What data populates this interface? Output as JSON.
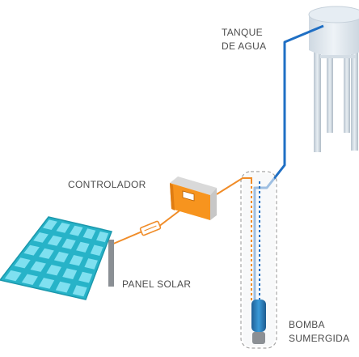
{
  "labels": {
    "tank": [
      "TANQUE",
      "DE AGUA"
    ],
    "controller": "CONTROLADOR",
    "panel": "PANEL SOLAR",
    "pump": [
      "BOMBA",
      "SUMERGIDA"
    ]
  },
  "colors": {
    "water_pipe": "#1f6fc4",
    "power_cable": "#f08c28",
    "solar_cells": "#7fe0f0",
    "solar_frame": "#27b3c8",
    "tank": "#dfe7ee",
    "controller": "#f7941e",
    "pump": "#2a7fc0",
    "text": "#4d4d4d"
  },
  "icons": {
    "tank": "water-tank-icon",
    "controller": "controller-box-icon",
    "panel": "solar-panel-icon",
    "pump": "submersible-pump-icon",
    "fuse": "fuse-icon"
  }
}
